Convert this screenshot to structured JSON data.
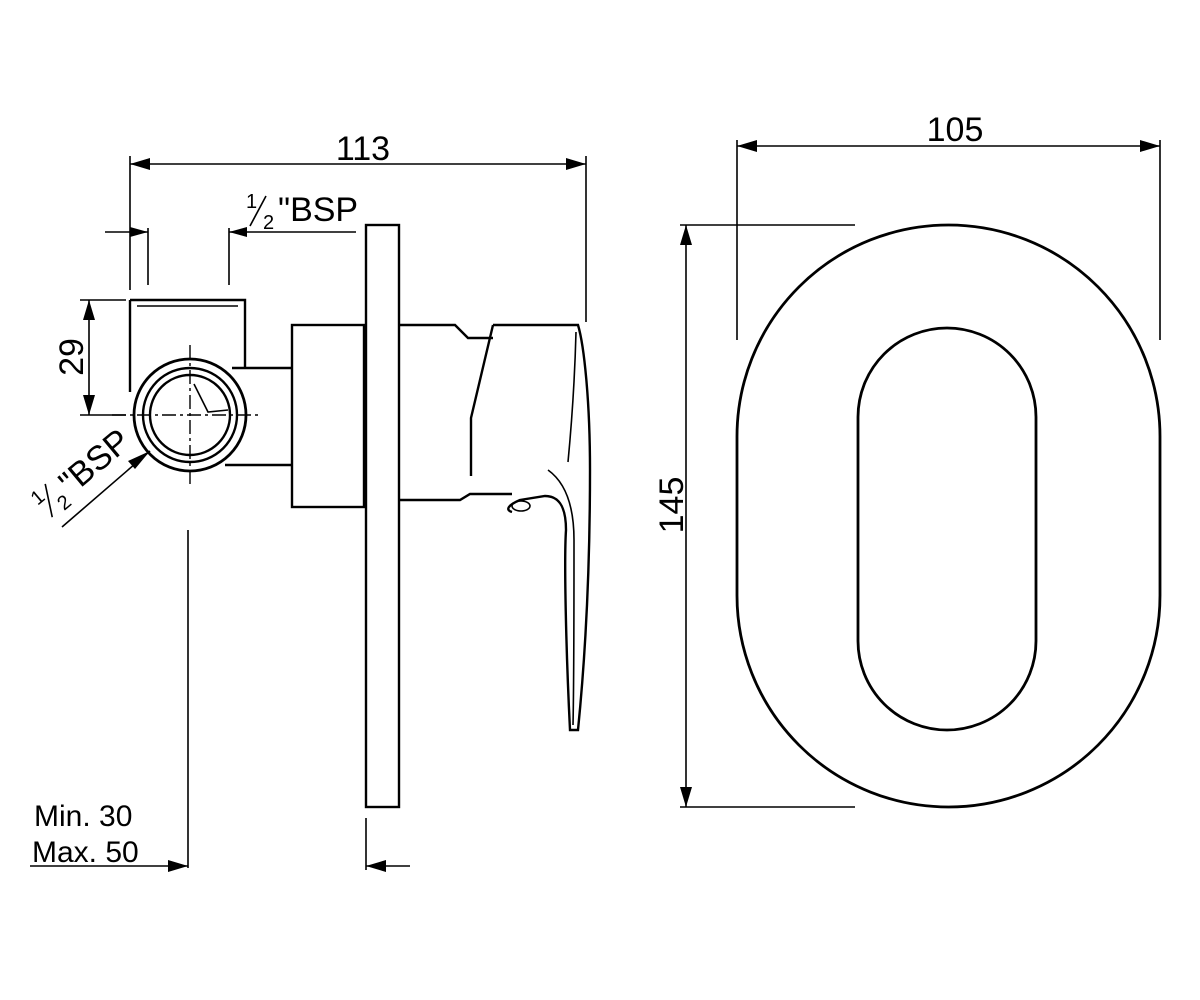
{
  "dimensions": {
    "total_depth": "113",
    "plate_width": "105",
    "plate_height": "145",
    "inlet_offset": "29"
  },
  "thread_labels": {
    "fraction_numerator": "1",
    "fraction_denominator": "2",
    "thread_suffix": "\"BSP"
  },
  "wall_depth": {
    "min_label": "Min. 30",
    "max_label": "Max. 50"
  }
}
